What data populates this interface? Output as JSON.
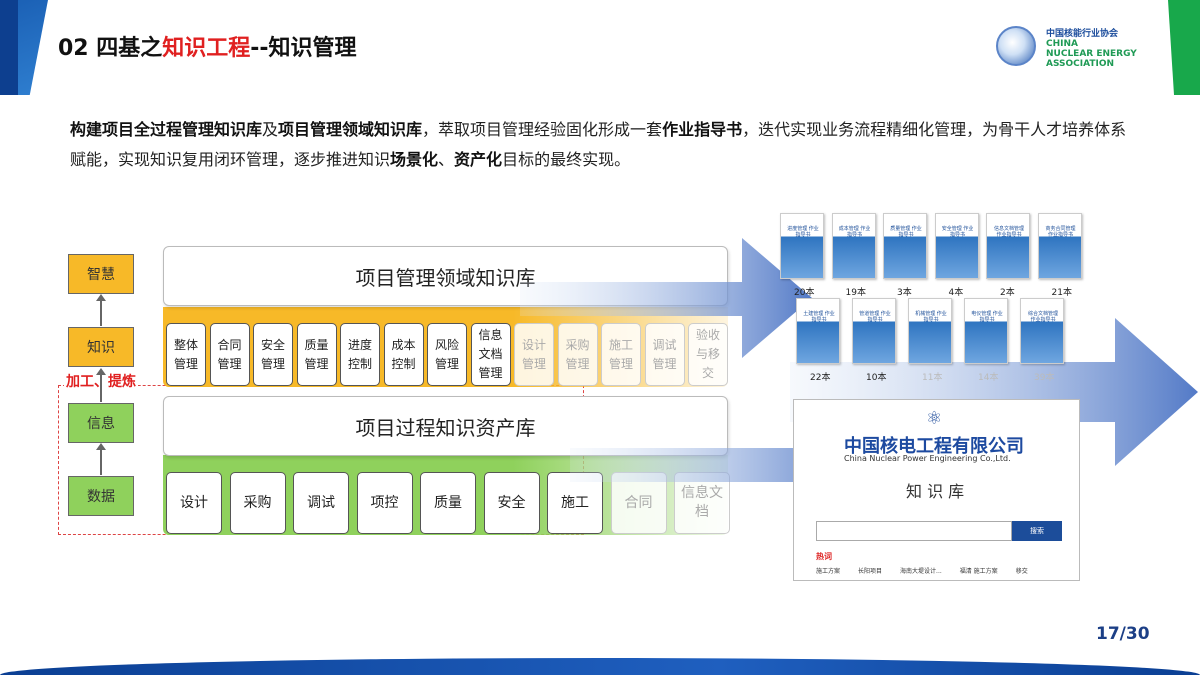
{
  "header": {
    "prefix": "02  四基之",
    "highlight": "知识工程",
    "suffix": "--知识管理"
  },
  "logo": {
    "cn": "中国核能行业协会",
    "en1": "CHINA",
    "en2": "NUCLEAR ENERGY",
    "en3": "ASSOCIATION"
  },
  "intro": {
    "p1_b1": "构建项目全过程管理知识库",
    "p1_t1": "及",
    "p1_b2": "项目管理领域知识库",
    "p1_t2": "，萃取项目管理经验固化形成一套",
    "p1_b3": "作业指导书",
    "p1_t3": "，迭代实现业务流程精细化管理，为骨干人才培养体系赋能，实现知识复用闭环管理，逐步推进知识",
    "p1_b4": "场景化",
    "p1_t4": "、",
    "p1_b5": "资产化",
    "p1_t5": "目标的最终实现。"
  },
  "pyramid": {
    "levels": [
      "智慧",
      "知识",
      "信息",
      "数据"
    ],
    "process_label": "加工、提炼"
  },
  "domain_kb": {
    "title": "项目管理领域知识库",
    "cells": [
      "整体管理",
      "合同管理",
      "安全管理",
      "质量管理",
      "进度控制",
      "成本控制",
      "风险管理",
      "信息文档管理",
      "设计管理",
      "采购管理",
      "施工管理",
      "调试管理",
      "验收与移交"
    ]
  },
  "process_kb": {
    "title": "项目过程知识资产库",
    "cells": [
      "设计",
      "采购",
      "调试",
      "项控",
      "质量",
      "安全",
      "施工",
      "合同",
      "信息文档"
    ]
  },
  "publications": {
    "row1": [
      {
        "label": "进度管理\n作业指导书",
        "count": "20本"
      },
      {
        "label": "成本管理\n作业指导书",
        "count": "19本"
      },
      {
        "label": "质量管理\n作业指导书",
        "count": "3本"
      },
      {
        "label": "安全管理\n作业指导书",
        "count": "4本"
      },
      {
        "label": "信息文档管理\n作业指导书",
        "count": "2本"
      },
      {
        "label": "商务合同管理\n作业指导书",
        "count": "21本"
      }
    ],
    "row2": [
      {
        "label": "土建管理\n作业指导书",
        "count": "22本"
      },
      {
        "label": "管道管理\n作业指导书",
        "count": "10本"
      },
      {
        "label": "机械管理\n作业指导书",
        "count": "11本"
      },
      {
        "label": "电仪管理\n作业指导书",
        "count": "14本"
      },
      {
        "label": "综合文档管理\n作业指导书",
        "count": "39本"
      }
    ]
  },
  "kb_portal": {
    "company_cn": "中国核电工程有限公司",
    "company_en": "China Nuclear Power Engineering Co.,Ltd.",
    "name": "知 识 库",
    "search_button": "搜索",
    "hot_label": "热词",
    "hot_tags": [
      "施工方案",
      "长阳项目",
      "海南大堤设计...",
      "福清 施工方案",
      "移交"
    ]
  },
  "page": {
    "current": "17",
    "sep_total": "/30"
  },
  "colors": {
    "yellow": "#f7b928",
    "green": "#8fd15c",
    "red": "#e02020",
    "blue": "#1c4d9a"
  }
}
